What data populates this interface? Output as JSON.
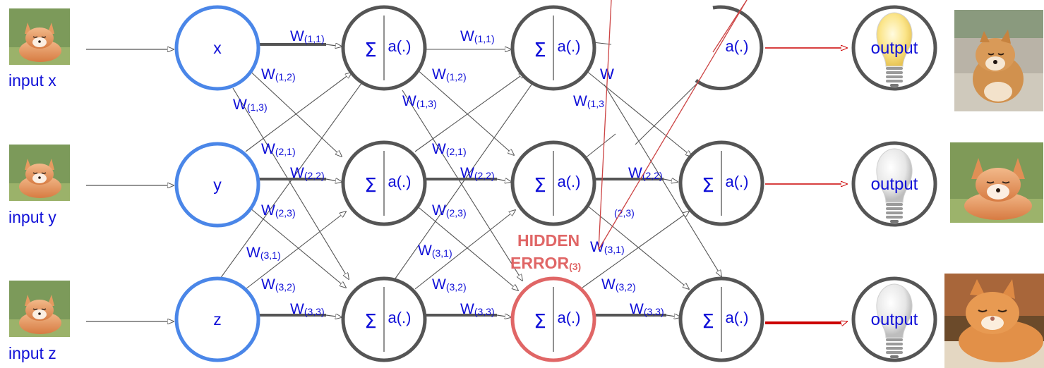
{
  "inputs": [
    {
      "label": "input x",
      "image": "fox-kit-photo"
    },
    {
      "label": "input y",
      "image": "fox-kit-photo"
    },
    {
      "label": "input z",
      "image": "fox-kit-photo"
    }
  ],
  "input_nodes": [
    "x",
    "y",
    "z"
  ],
  "sum_symbol": "Σ",
  "activation_label": "a(.)",
  "weights": {
    "w11": {
      "w": "W",
      "sub": "(1,1)"
    },
    "w12": {
      "w": "W",
      "sub": "(1,2)"
    },
    "w13": {
      "w": "W",
      "sub": "(1,3)"
    },
    "w21": {
      "w": "W",
      "sub": "(2,1)"
    },
    "w22": {
      "w": "W",
      "sub": "(2,2)"
    },
    "w23": {
      "w": "W",
      "sub": "(2,3)"
    },
    "w31": {
      "w": "W",
      "sub": "(3,1)"
    },
    "w32": {
      "w": "W",
      "sub": "(3,2)"
    },
    "w33": {
      "w": "W",
      "sub": "(3,3)"
    },
    "l2_w12": {
      "w": "W",
      "sub": ""
    },
    "l2_w13": {
      "w": "W",
      "sub": "(1,3"
    },
    "l2_w22": {
      "w": "W",
      "sub": "(2,2)"
    },
    "l2_w23": {
      "w": "",
      "sub": "(2,3)"
    },
    "l2_w31": {
      "w": "W",
      "sub": "(3,1)"
    },
    "l2_w32": {
      "w": "W",
      "sub": "(3,2)"
    },
    "l2_w33": {
      "w": "W",
      "sub": "(3,3)"
    }
  },
  "hidden_error": {
    "line1": "HIDDEN",
    "line2": "ERROR",
    "sub": "(3)"
  },
  "outputs": [
    {
      "label": "output",
      "bulb": "lit",
      "image": "shiba-dog-photo"
    },
    {
      "label": "output",
      "bulb": "unlit",
      "image": "fox-kit-photo"
    },
    {
      "label": "output",
      "bulb": "unlit",
      "image": "orange-cat-photo"
    }
  ],
  "colors": {
    "input_node": "#4a86e8",
    "neuron": "#555555",
    "error_node": "#e06666",
    "weight_text": "#1010d8",
    "error_line": "#cc0000",
    "error_label": "#e06666"
  }
}
